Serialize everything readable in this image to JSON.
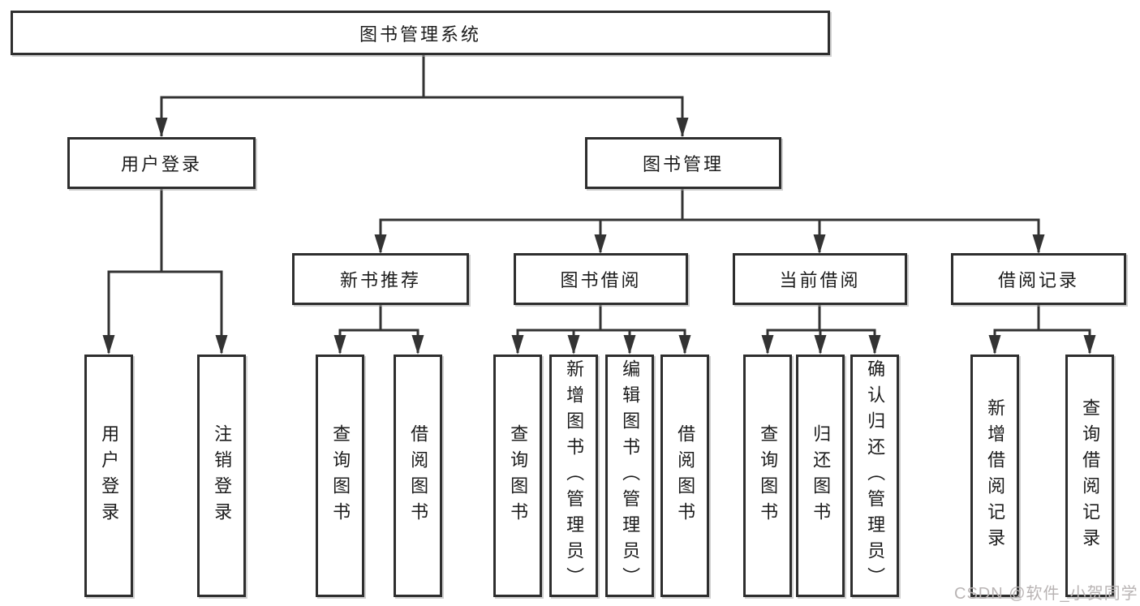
{
  "diagram": {
    "root_label": "图书管理系统",
    "level2": {
      "user_login": "用户登录",
      "book_management": "图书管理"
    },
    "level3": {
      "new_book_recommend": "新书推荐",
      "book_borrow": "图书借阅",
      "current_borrow": "当前借阅",
      "borrow_record": "借阅记录"
    },
    "leaves": {
      "user_login": [
        "用户登录",
        "注销登录"
      ],
      "new_book_recommend": [
        "查询图书",
        "借阅图书"
      ],
      "book_borrow": [
        "查询图书",
        "新增图书（管理员）",
        "编辑图书（管理员）",
        "借阅图书"
      ],
      "current_borrow": [
        "查询图书",
        "归还图书",
        "确认归还（管理员）"
      ],
      "borrow_record": [
        "新增借阅记录",
        "查询借阅记录"
      ]
    }
  },
  "watermark": "CSDN @软件_小贺同学",
  "colors": {
    "line": "#333333",
    "box_border": "#2e2e2e",
    "text": "#1c1c1c",
    "background": "#ffffff",
    "watermark": "#b9b4b4"
  }
}
